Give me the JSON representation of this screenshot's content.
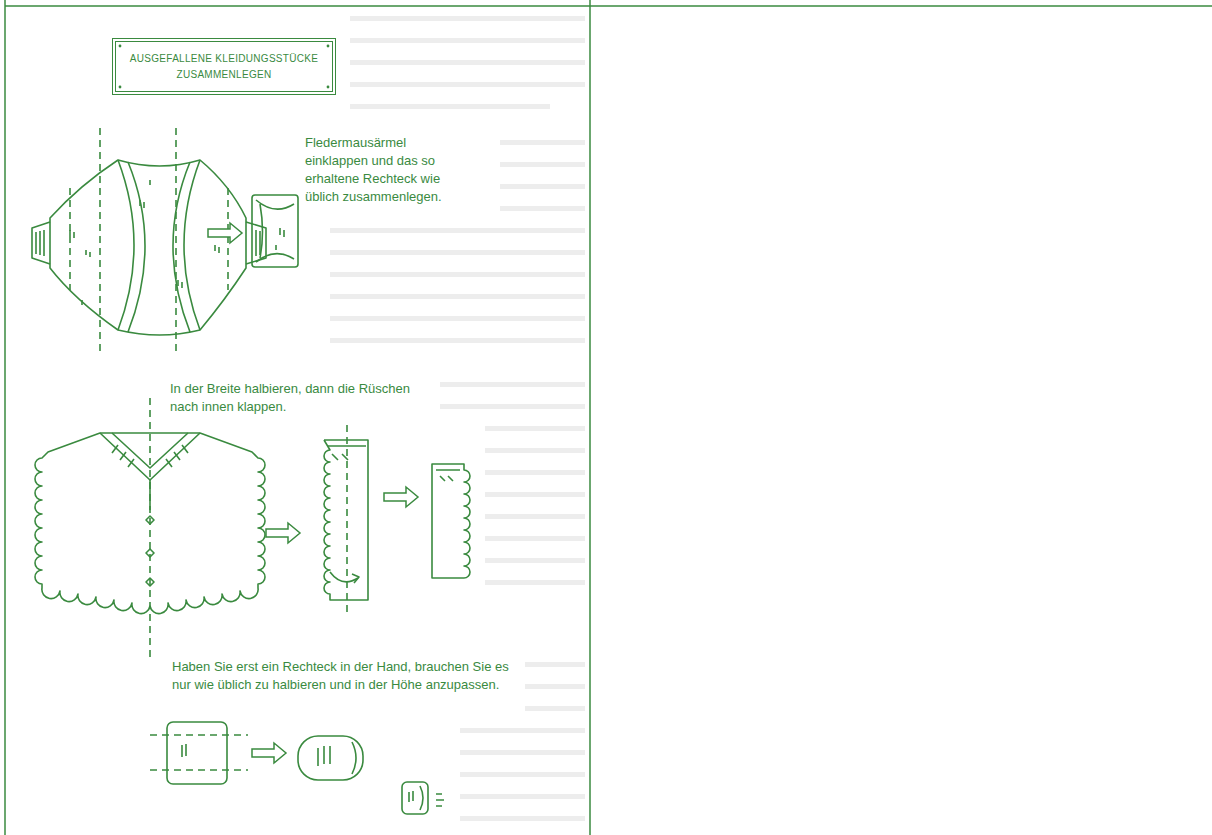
{
  "diagram": {
    "nodes": [
      {
        "text": [
          "AUSGEFALLENE KLEIDUNGSSTÜCKE ZUSAMMENLEGEN"
        ]
      }
    ],
    "labels": [
      "Fledermausärmel einklappen und das so erhaltene Rechteck wie üblich zusammenlegen.",
      "In der Breite halbieren, dann die Rüschen nach innen klappen.",
      "Haben Sie erst ein Rechteck in der Hand, brauchen Sie es nur wie üblich zu halbieren und in der Höhe anzupassen."
    ]
  }
}
